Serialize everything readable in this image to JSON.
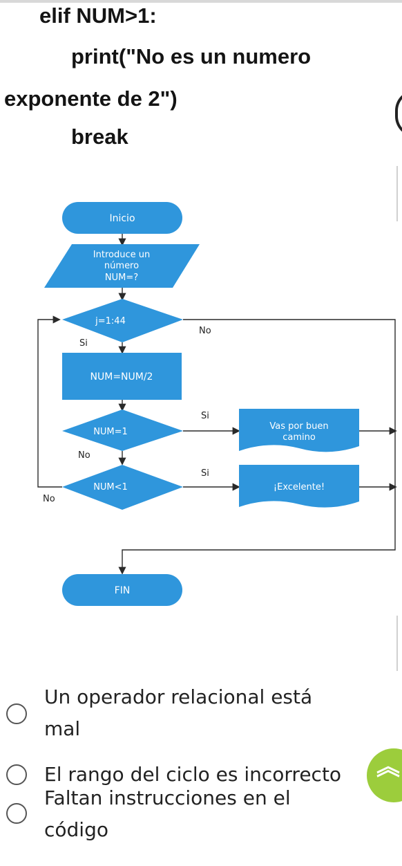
{
  "code": {
    "line1": "elif NUM>1:",
    "line2": "print(\"No es un numero",
    "line3": "exponente de 2\")",
    "line4": "break"
  },
  "flowchart": {
    "start": "Inicio",
    "input_line1": "Introduce un",
    "input_line2": "número",
    "input_line3": "NUM=?",
    "loop_decision": "j=1:44",
    "loop_no": "No",
    "loop_si": "Si",
    "process": "NUM=NUM/2",
    "decision1": "NUM=1",
    "decision1_si": "Si",
    "decision1_no": "No",
    "output1_line1": "Vas por buen",
    "output1_line2": "camino",
    "decision2": "NUM<1",
    "decision2_si": "Si",
    "decision2_no": "No",
    "output2": "¡Excelente!",
    "end": "FIN"
  },
  "colors": {
    "shape_fill": "#2f96dc",
    "shape_text": "#ffffff",
    "line": "#2a2a2a",
    "fab": "#9ccd3c"
  },
  "quiz": {
    "options": [
      {
        "line1": "Un operador relacional está",
        "line2": "mal"
      },
      {
        "line1": "El rango del ciclo es incorrecto"
      },
      {
        "line1": "Faltan instrucciones en el",
        "line2": "código"
      }
    ]
  },
  "fab": {
    "icon": "double-chevron-up-icon"
  }
}
